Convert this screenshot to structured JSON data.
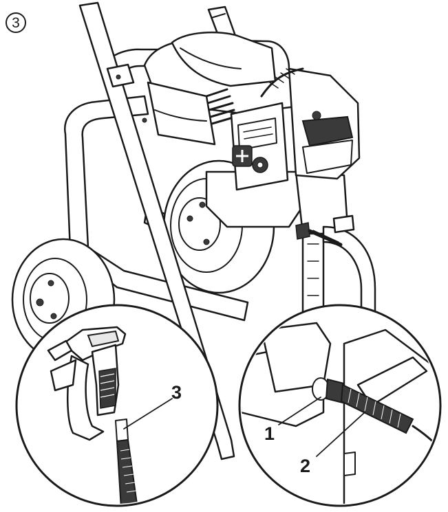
{
  "step": {
    "number": "3"
  },
  "callouts": [
    {
      "id": "1",
      "text": "1"
    },
    {
      "id": "2",
      "text": "2"
    },
    {
      "id": "3",
      "text": "3"
    }
  ],
  "colors": {
    "line": "#1a1a1a",
    "background": "#ffffff"
  },
  "icons": {
    "step": "circled-number-icon"
  }
}
